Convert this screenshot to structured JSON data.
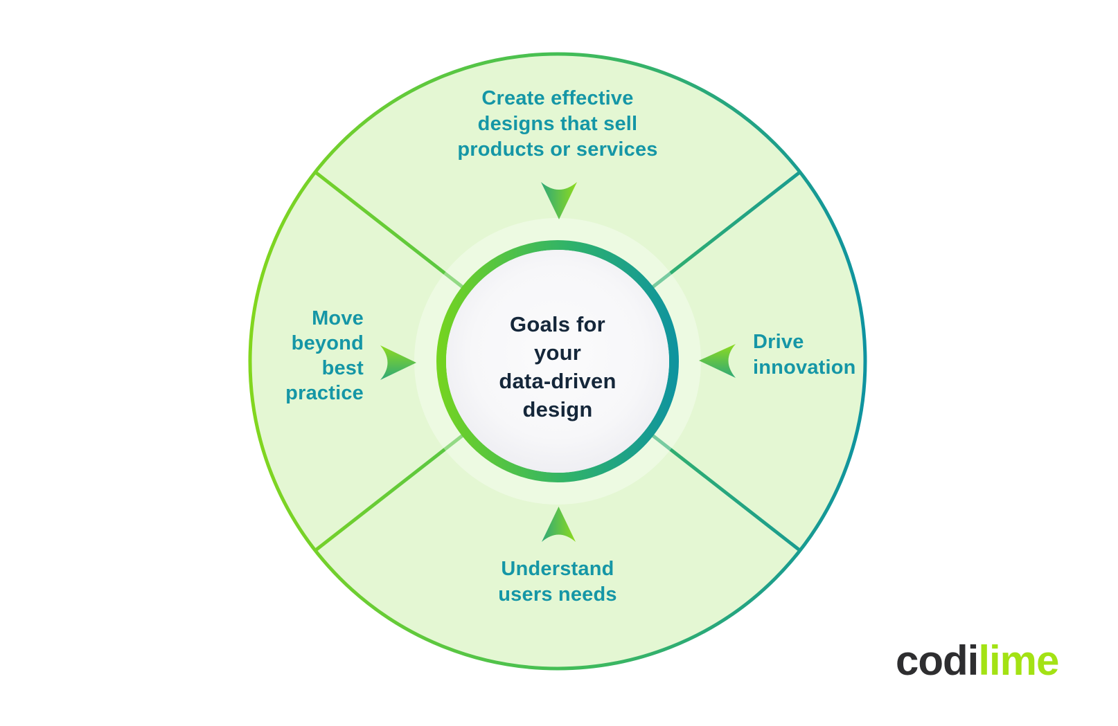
{
  "page": {
    "background_color": "#ffffff"
  },
  "diagram": {
    "center": {
      "lines": [
        "Goals for",
        "your",
        "data-driven",
        "design"
      ],
      "text_color": "#15273A"
    },
    "sectors": {
      "top": {
        "lines": [
          "Create effective",
          "designs that sell",
          "products or services"
        ],
        "icon": "arrow-down-icon"
      },
      "right": {
        "lines": [
          "Drive",
          "innovation"
        ],
        "icon": "arrow-left-icon"
      },
      "bottom": {
        "lines": [
          "Understand",
          "users needs"
        ],
        "icon": "arrow-up-icon"
      },
      "left": {
        "lines": [
          "Move",
          "beyond",
          "best",
          "practice"
        ],
        "icon": "arrow-right-icon"
      }
    },
    "label_color": "#1596A6",
    "wheel": {
      "fill": "#E4F7D3",
      "stroke_gradient_start": "#82D61E",
      "stroke_gradient_end": "#0E93A0",
      "ring_gradient_start": "#76D41F",
      "ring_gradient_end": "#0E93A0"
    },
    "arrow_colors": {
      "lime": "#8FDB1E",
      "teal": "#2EA878"
    }
  },
  "logo": {
    "part1": "codi",
    "part2": "lime",
    "part1_color": "#2E2E30",
    "part2_color": "#A3E214"
  }
}
